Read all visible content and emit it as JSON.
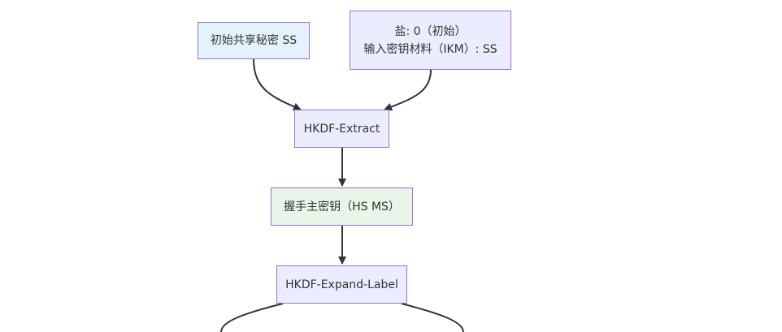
{
  "diagram": {
    "nodes": {
      "initial_shared_secret": {
        "label": "初始共享秘密 SS",
        "fill": "#e3f2fd"
      },
      "salt_ikm": {
        "line1": "盐: 0（初始）",
        "line2": "输入密钥材料（IKM）: SS",
        "fill": "#ececff"
      },
      "hkdf_extract": {
        "label": "HKDF-Extract",
        "fill": "#ececff"
      },
      "handshake_master_secret": {
        "label": "握手主密钥（HS MS）",
        "fill": "#e8f5e9"
      },
      "hkdf_expand_label": {
        "label": "HKDF-Expand-Label",
        "fill": "#ececff"
      }
    },
    "edges": [
      {
        "from": "initial_shared_secret",
        "to": "hkdf_extract"
      },
      {
        "from": "salt_ikm",
        "to": "hkdf_extract"
      },
      {
        "from": "hkdf_extract",
        "to": "handshake_master_secret"
      },
      {
        "from": "handshake_master_secret",
        "to": "hkdf_expand_label"
      },
      {
        "from": "hkdf_expand_label",
        "to": "offscreen-left"
      },
      {
        "from": "hkdf_expand_label",
        "to": "offscreen-right"
      }
    ],
    "colors": {
      "node_border": "#9370db",
      "edge": "#333333"
    }
  }
}
